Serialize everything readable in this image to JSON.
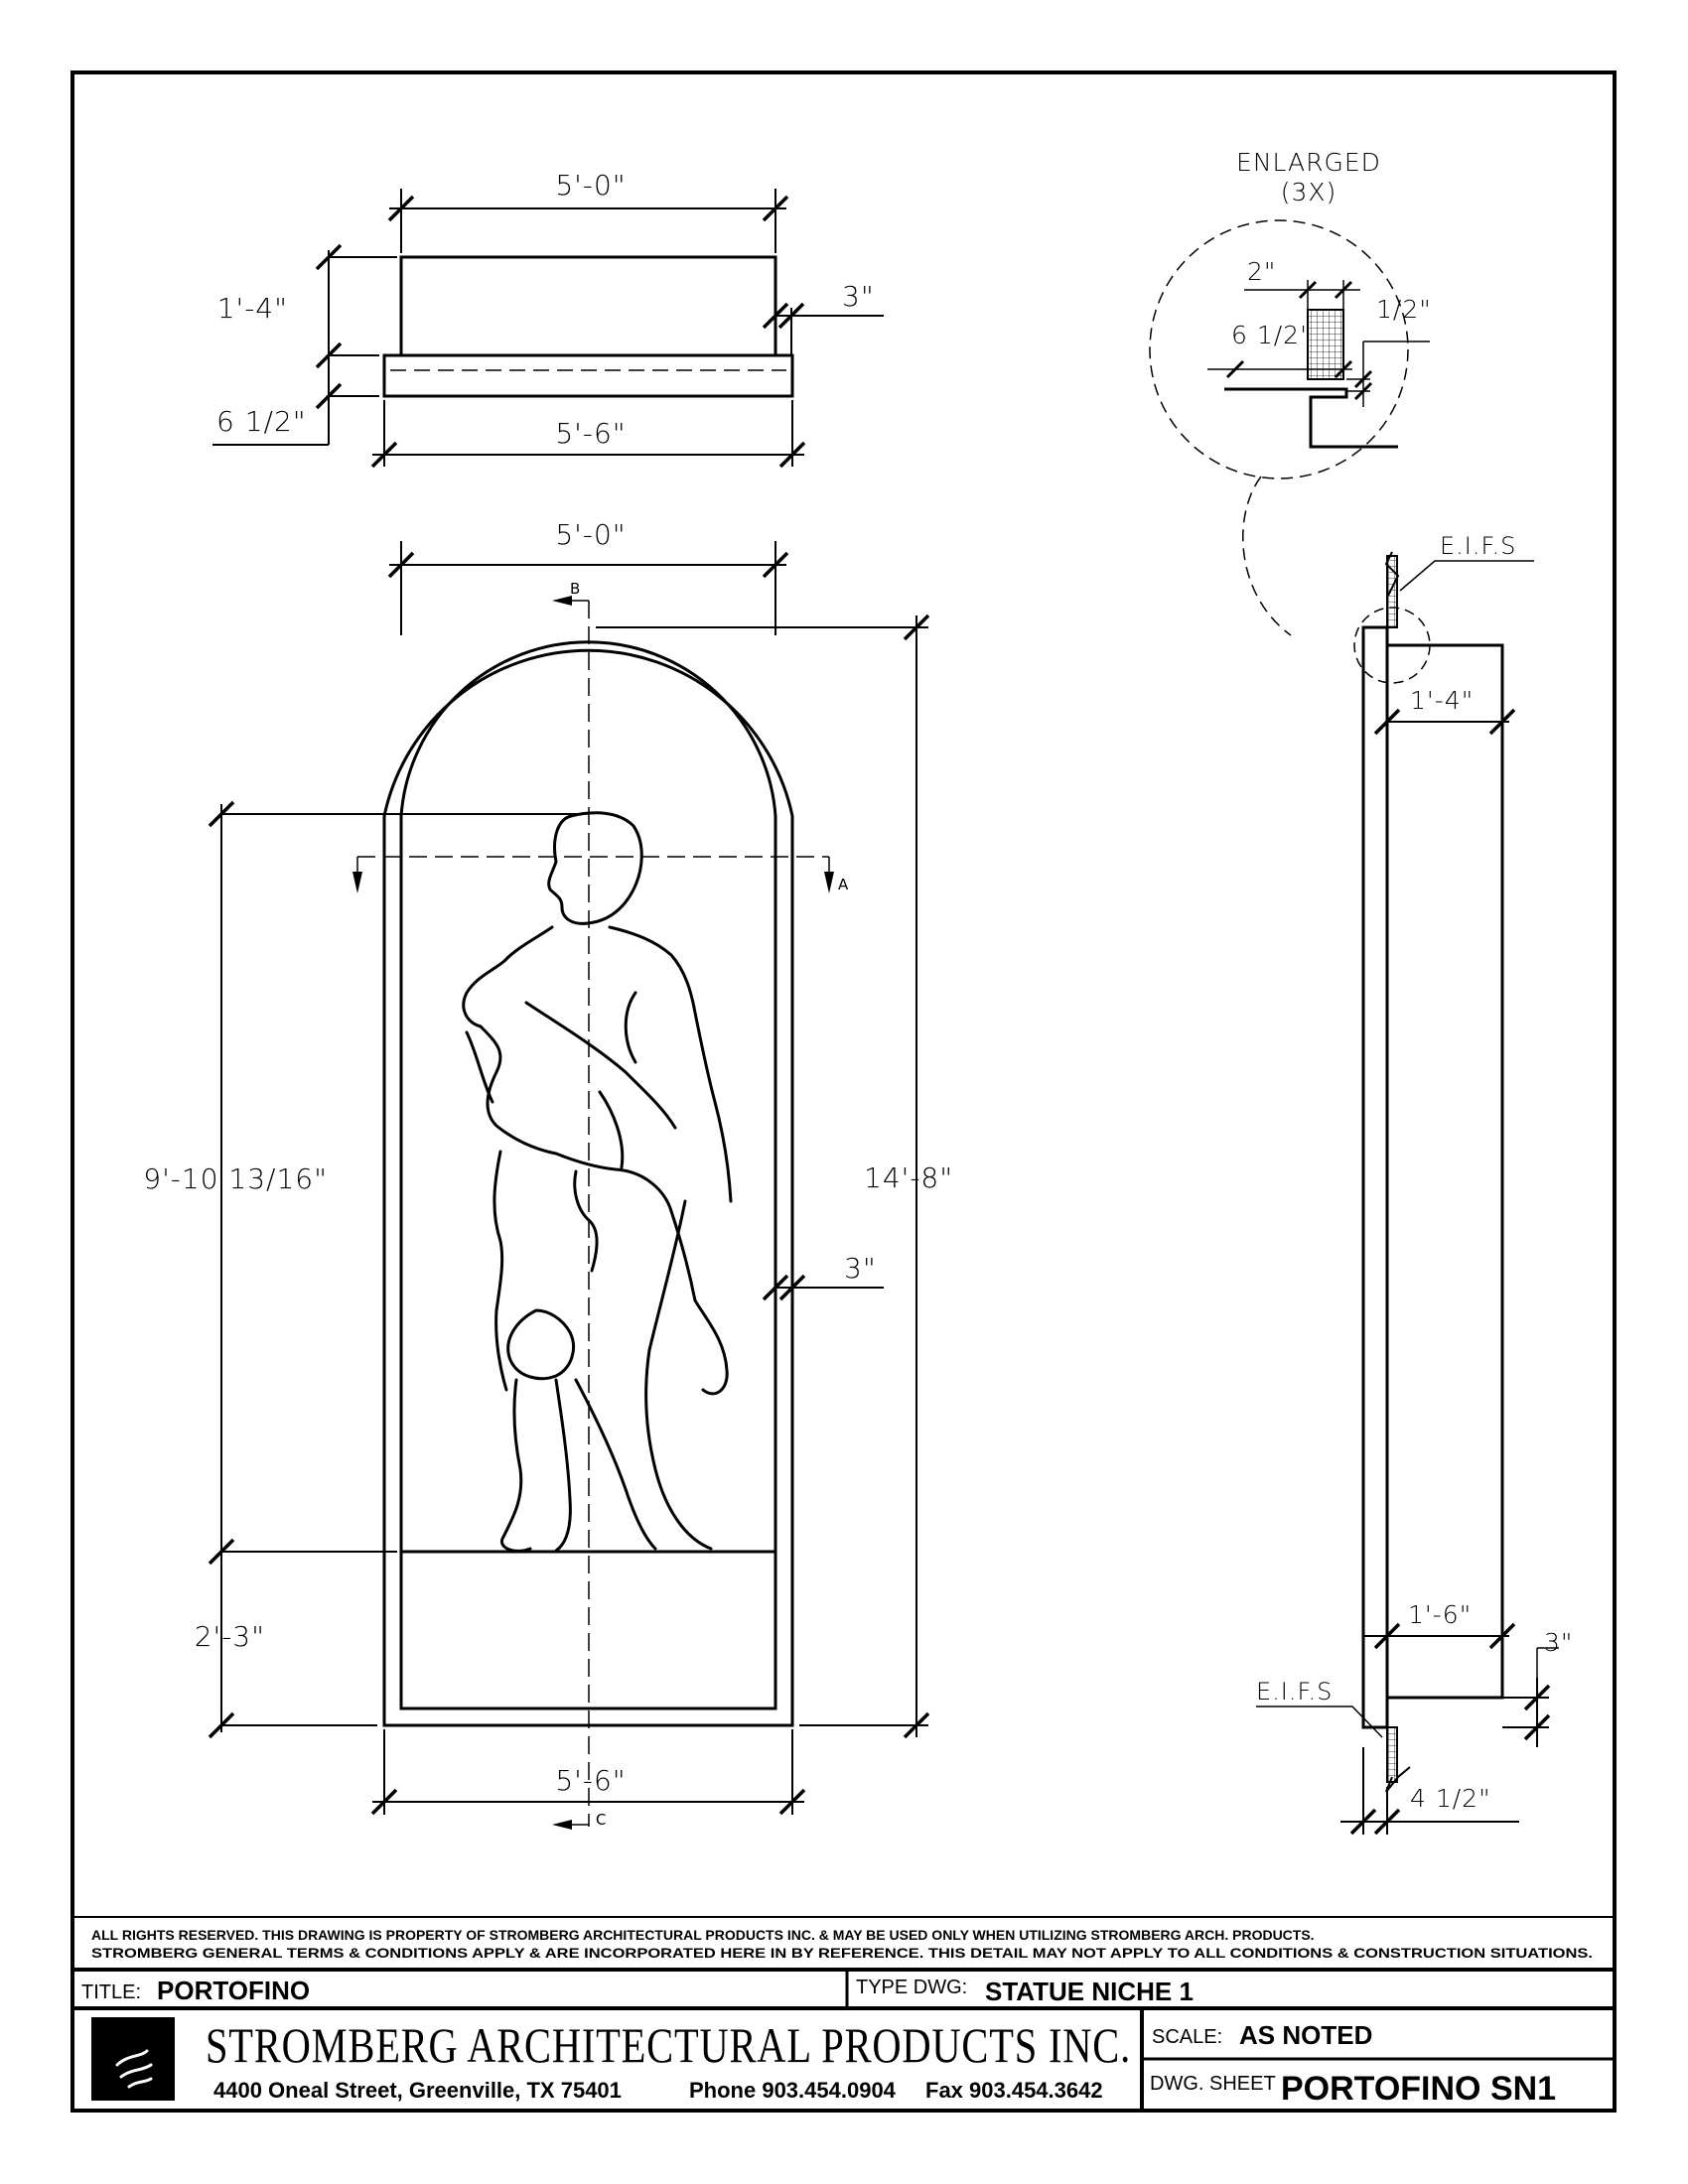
{
  "plan_view": {
    "dim_top_width": "5'-0\"",
    "dim_height": "1'-4\"",
    "dim_lip": "3\"",
    "dim_base": "6 1/2\"",
    "dim_base_width": "5'-6\""
  },
  "enlarged_detail": {
    "title_line1": "ENLARGED",
    "title_line2": "(3X)",
    "dim_a": "2\"",
    "dim_b": "6 1/2\"",
    "dim_c": "1/2\""
  },
  "elevation": {
    "dim_top_width": "5'-0\"",
    "dim_inner_height": "9'-10 13/16\"",
    "dim_total_height": "14'-8\"",
    "dim_frame": "3\"",
    "dim_base_height": "2'-3\"",
    "dim_bottom_width": "5'-6\"",
    "section_b": "B",
    "section_a": "A",
    "section_c": "C"
  },
  "side_section": {
    "eifs_top": "E.I.F.S",
    "dim_depth_top": "1'-4\"",
    "dim_depth_bottom": "1'-6\"",
    "dim_frame": "3\"",
    "eifs_bottom": "E.I.F.S",
    "dim_wall": "4 1/2\""
  },
  "notes": {
    "line1": "ALL RIGHTS RESERVED. THIS DRAWING IS PROPERTY OF STROMBERG ARCHITECTURAL PRODUCTS INC. & MAY BE USED ONLY WHEN UTILIZING STROMBERG ARCH. PRODUCTS.",
    "line2": "STROMBERG GENERAL TERMS & CONDITIONS APPLY & ARE INCORPORATED HERE IN BY REFERENCE. THIS DETAIL MAY NOT APPLY TO ALL CONDITIONS & CONSTRUCTION SITUATIONS."
  },
  "title_block": {
    "title_label": "TITLE:",
    "title_value": "PORTOFINO",
    "type_label": "TYPE DWG:",
    "type_value": "STATUE NICHE 1",
    "company": "STROMBERG ARCHITECTURAL PRODUCTS INC.",
    "address": "4400 Oneal Street, Greenville, TX 75401",
    "phone": "Phone 903.454.0904",
    "fax": "Fax 903.454.3642",
    "scale_label": "SCALE:",
    "scale_value": "AS NOTED",
    "sheet_label": "DWG. SHEET",
    "sheet_value": "PORTOFINO SN1"
  }
}
